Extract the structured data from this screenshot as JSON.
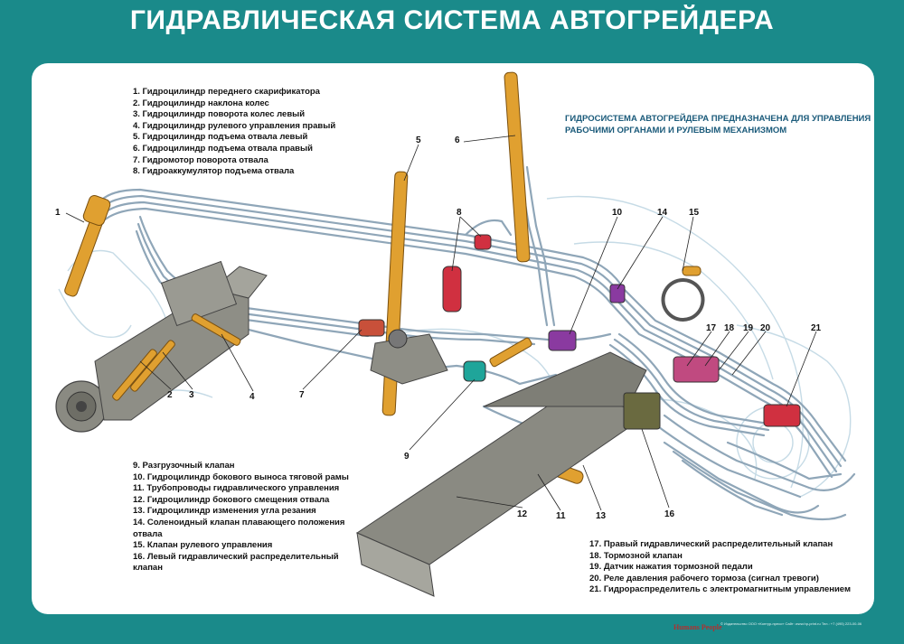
{
  "title": "ГИДРАВЛИЧЕСКАЯ СИСТЕМА АВТОГРЕЙДЕРА",
  "description": "ГИДРОСИСТЕМА АВТОГРЕЙДЕРА ПРЕДНАЗНАЧЕНА ДЛЯ УПРАВЛЕНИЯ РАБОЧИМИ ОРГАНАМИ И РУЛЕВЫМ МЕХАНИЗМОМ",
  "legend_top": [
    "1. Гидроцилиндр переднего скарификатора",
    "2. Гидроцилиндр наклона колес",
    "3. Гидроцилиндр поворота колес левый",
    "4. Гидроцилиндр рулевого управления правый",
    "5. Гидроцилиндр подъема отвала левый",
    "6. Гидроцилиндр подъема отвала правый",
    "7. Гидромотор поворота отвала",
    "8. Гидроаккумулятор подъема отвала"
  ],
  "legend_middle": [
    "9. Разгрузочный клапан",
    "10. Гидроцилиндр бокового выноса тяговой рамы",
    "11. Трубопроводы гидравлического управления",
    "12. Гидроцилиндр бокового смещения отвала",
    "13. Гидроцилиндр изменения угла резания",
    "14. Соленоидный клапан плавающего положения отвала",
    "15. Клапан рулевого управления",
    "16. Левый гидравлический распределительный клапан"
  ],
  "legend_bottom": [
    "17. Правый гидравлический распределительный клапан",
    "18. Тормозной клапан",
    "19. Датчик нажатия тормозной педали",
    "20. Реле давления рабочего тормоза (сигнал тревоги)",
    "21. Гидрораспределитель с электромагнитным управлением"
  ],
  "callouts": [
    "1",
    "2",
    "3",
    "4",
    "5",
    "6",
    "7",
    "8",
    "9",
    "10",
    "11",
    "12",
    "13",
    "14",
    "15",
    "16",
    "17",
    "18",
    "19",
    "20",
    "21"
  ],
  "footer": {
    "brand": "Humans People",
    "fine_print": "© Издательство ООО «Контур-пресс» Сайт: www.hp-print.ru Тел.: +7 (495) 223-00-06"
  },
  "colors": {
    "background": "#1a8a8a",
    "panel": "#ffffff",
    "cylinder": "#e0a030",
    "pipe": "#8fa6b8",
    "frame": "#7a7a72",
    "valve_red": "#d03040",
    "valve_purple": "#8a3aa0",
    "valve_teal": "#1fa59a"
  }
}
